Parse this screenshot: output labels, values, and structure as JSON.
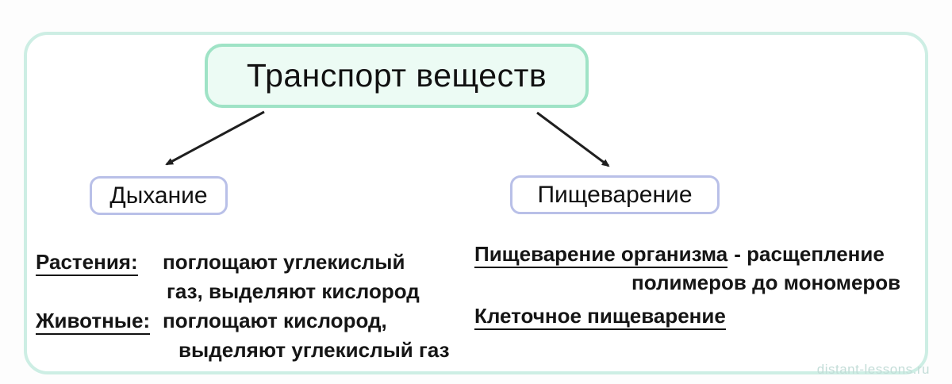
{
  "title": "Транспорт веществ",
  "left": {
    "node_label": "Дыхание",
    "plants_term": "Растения:",
    "plants_line1": "поглощают углекислый",
    "plants_line2": "газ, выделяют кислород",
    "animals_term": "Животные:",
    "animals_line1": "поглощают кислород,",
    "animals_line2": "выделяют углекислый газ"
  },
  "right": {
    "node_label": "Пищеварение",
    "org_term": "Пищеварение организма",
    "org_rest": "- расщепление",
    "org_line2": "полимеров до мономеров",
    "cell_term": "Клеточное пищеварение"
  },
  "watermark": "distant-lessons.ru",
  "colors": {
    "title_border": "#9fe3c6",
    "title_fill": "#ecfbf4",
    "frame_border": "#cdeee4",
    "node_border": "#b9c0e8",
    "arrow": "#1f1f1f",
    "watermark_color": "#c3ddd8"
  }
}
